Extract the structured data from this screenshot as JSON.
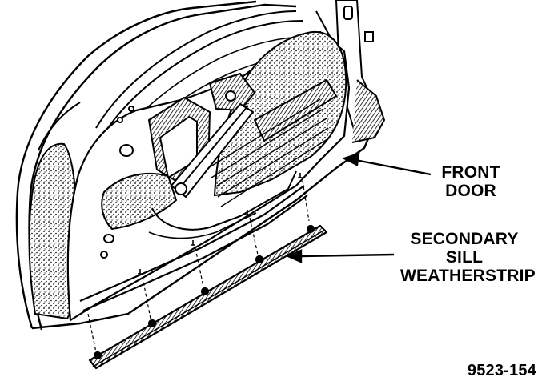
{
  "callouts": {
    "front_door": {
      "line1": "FRONT",
      "line2": "DOOR"
    },
    "secondary_sill": {
      "line1": "SECONDARY",
      "line2": "SILL",
      "line3": "WEATHERSTRIP"
    }
  },
  "figure_number": "9523-154",
  "colors": {
    "ink": "#000000",
    "paper": "#ffffff"
  }
}
